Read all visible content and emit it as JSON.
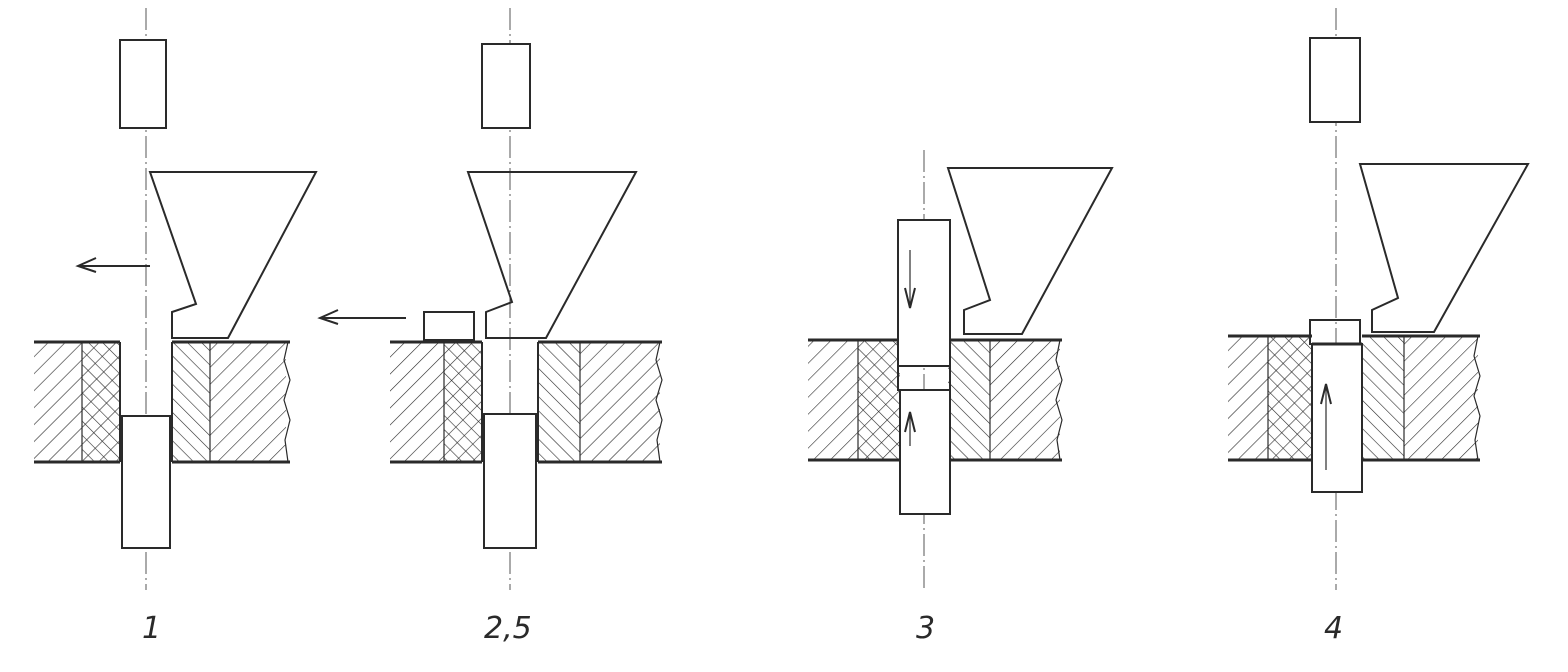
{
  "labels": {
    "stage1": "1",
    "stage2": "2,5",
    "stage3": "3",
    "stage4": "4"
  },
  "colors": {
    "ink": "#2a2a2a",
    "background": "#ffffff"
  }
}
